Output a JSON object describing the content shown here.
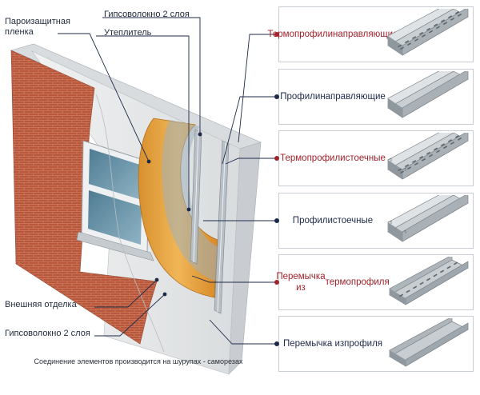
{
  "colors": {
    "thermo": "#a3232c",
    "regular": "#1d2a4a",
    "leader": "#1d2a4a",
    "brick": "#b8553a",
    "insulation": "#e0a040"
  },
  "labels": {
    "vapor_film": [
      "Пароизащитная",
      "пленка"
    ],
    "gypsum_top": "Гипсоволокно 2 слоя",
    "insulation": "Утеплитель",
    "exterior_finish": "Внешняя отделка",
    "gypsum_bottom": "Гипсоволокно 2 слоя"
  },
  "caption": "Соединение элементов производится на шурупах - саморезах",
  "profiles": [
    {
      "lines": [
        "Термопрофили",
        "направляющие"
      ],
      "kind": "thermo",
      "shape": "u-track-perforated"
    },
    {
      "lines": [
        "Профили",
        "направляющие"
      ],
      "kind": "regular",
      "shape": "u-track"
    },
    {
      "lines": [
        "Термопрофили",
        "стоечные"
      ],
      "kind": "thermo",
      "shape": "c-stud-perforated"
    },
    {
      "lines": [
        "Профили",
        "стоечные"
      ],
      "kind": "regular",
      "shape": "c-stud"
    },
    {
      "lines": [
        "Перемычка из",
        "термопрофиля"
      ],
      "kind": "thermo",
      "shape": "lintel-perforated"
    },
    {
      "lines": [
        "Перемычка из",
        "профиля"
      ],
      "kind": "regular",
      "shape": "lintel"
    }
  ]
}
